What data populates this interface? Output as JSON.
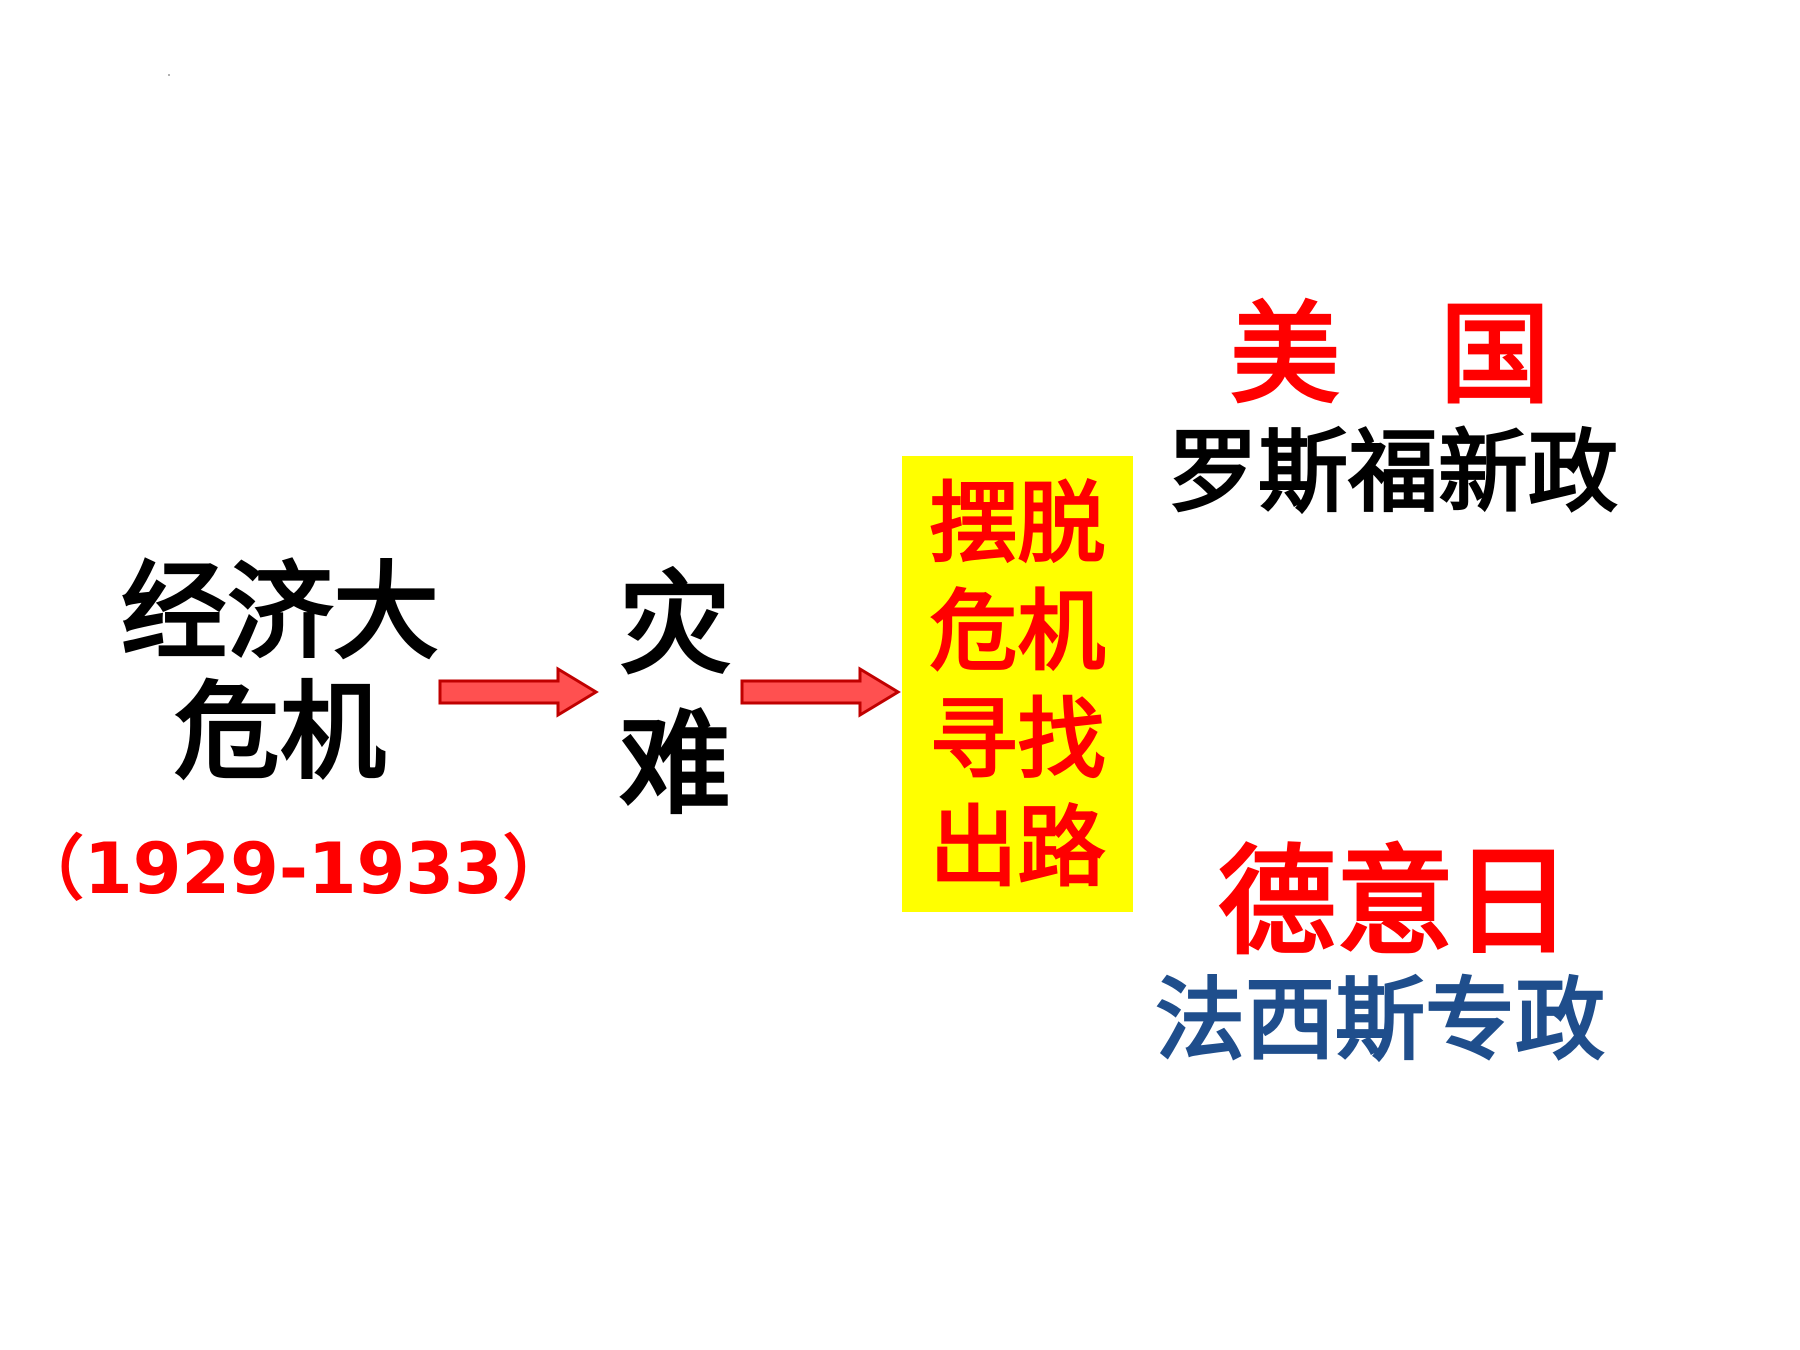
{
  "cause": {
    "line1": "经济大",
    "line2": "危机",
    "years": "（1929-1933）"
  },
  "disaster": {
    "char1": "灾",
    "char2": "难"
  },
  "goal": {
    "line1": "摆脱",
    "line2": "危机",
    "line3": "寻找",
    "line4": "出路"
  },
  "usa": {
    "title": "美国",
    "policy": "罗斯福新政"
  },
  "axis": {
    "title": "德意日",
    "policy": "法西斯专政"
  },
  "colors": {
    "red": "#ff0000",
    "yellow": "#ffff00",
    "arrow_fill": "#ff5050",
    "arrow_stroke": "#c00000",
    "blue": "#1f4e8c",
    "black": "#000000"
  }
}
